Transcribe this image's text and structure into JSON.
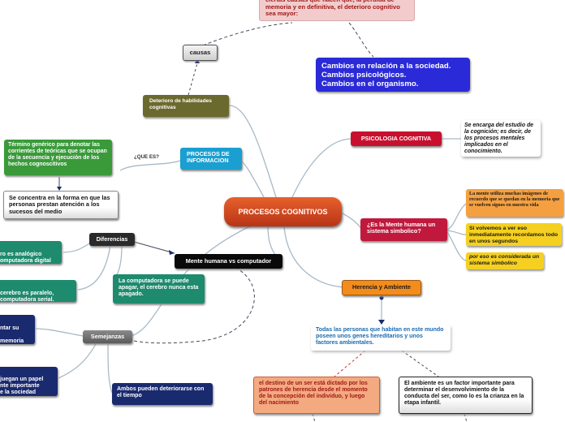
{
  "map": {
    "central": "PROCESOS COGNITIVOS",
    "top_note": "ciertas causas que hacen que, la pérdida de memoria y en definitiva, el deterioro cognitivo sea mayor:",
    "causas": "causas",
    "cambios": [
      "Cambios en relación a la sociedad.",
      "Cambios psicológicos.",
      "Cambios en el organismo."
    ],
    "deterioro": "Deterioro de habilidades cognitivas",
    "procesos_info": "PROCESOS DE INFORMACION",
    "que_es": "¿QUE ES?",
    "termino": "Término genérico para denotar las corrientes de teóricas que se ocupan de la secuencia y ejecución de los hechos cognoscitivos",
    "concentra": "Se concentra en la forma en que las personas prestan atención a los sucesos del medio",
    "diferencias": "Diferencias",
    "mente_humana": "Mente humana vs computador",
    "analogico": "ro es analógico\nomputadora digital",
    "paralelo": "cerebro es paralelo,\ncomputadora serial.",
    "computadora_apagar": "La computadora se puede apagar, el cerebro nunca esta apagado.",
    "semejanzas": "Semejanzas",
    "memoria": "ntar su\n\nmemoria",
    "papel": "juegan un papel\nnte importante\ne la sociedad",
    "deteriorarse": "Ambos pueden deteriorarse con el tiempo",
    "psicologia": "PSICOLOGIA COGNITIVA",
    "estudio": "Se encarga del estudio de la cognición; es decir, de los procesos mentales implicados en el conocimiento.",
    "simbolico_q": "¿Es la Mente humana un sistema simbolico?",
    "mente_utiliza": "La mente utiliza muchas imágenes de recuerdo que se quedan en la memoria que se vuelven signos en nuestra vida",
    "volvemos": "Si volvemos a ver eso inmediatamente recordamos todo en unos segundos",
    "considerada": "por eso es considerada un sistema simbolico",
    "herencia": "Herencia y Ambiente",
    "genes": "Todas las personas que habitan en este mundo poseen unos genes hereditarios y unos factores ambientales.",
    "destino": "el destino de un ser está dictado por los patrones de herencia desde el momento de la concepción del individuo, y luego del nacimiento",
    "ambiente": "El ambiente es un factor importante para determinar el desenvolvimiento de la conducta del ser, como lo es la crianza en la etapa infantil."
  },
  "colors": {
    "central": "#c8401c",
    "psicologia": "#c8102e",
    "simbolico": "#c0193d",
    "herencia": "#f28c1c",
    "procesos": "#1a9fd0",
    "termino": "#3a9a3a",
    "teal": "#1e8a6e",
    "navy": "#1a2a6e",
    "dark": "#2a2a2a",
    "olive": "#6a6a2a",
    "cambios": "#2a2ad0",
    "pink": "#f0c8c8",
    "yellow": "#f5d020",
    "orange_light": "#f5a040",
    "orange_box": "#f0a070",
    "line": "#a8b8c4"
  }
}
